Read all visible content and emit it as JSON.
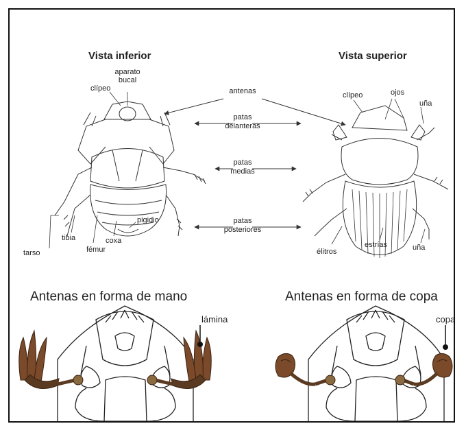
{
  "top": {
    "left_title": "Vista inferior",
    "right_title": "Vista superior",
    "center_labels": {
      "antenas": "antenas",
      "patas_delanteras_1": "patas",
      "patas_delanteras_2": "delanteras",
      "patas_medias_1": "patas",
      "patas_medias_2": "medias",
      "patas_posteriores_1": "patas",
      "patas_posteriores_2": "posteriores"
    },
    "left_labels": {
      "aparato_1": "aparato",
      "aparato_2": "bucal",
      "clipeo": "clípeo",
      "tarso": "tarso",
      "tibia": "tibia",
      "femur": "fémur",
      "coxa": "coxa",
      "pigidio": "pigidio"
    },
    "right_labels": {
      "clipeo": "clípeo",
      "ojos": "ojos",
      "una_top": "uña",
      "elitros": "élitros",
      "estrias": "estrías",
      "una_bottom": "uña"
    }
  },
  "bottom": {
    "left_title": "Antenas en forma de mano",
    "right_title": "Antenas en forma de copa",
    "left_label": "lámina",
    "right_label": "copa"
  },
  "colors": {
    "antenna_brown": "#7a4a2a",
    "antenna_segment": "#5a3a20",
    "line": "#333333"
  }
}
